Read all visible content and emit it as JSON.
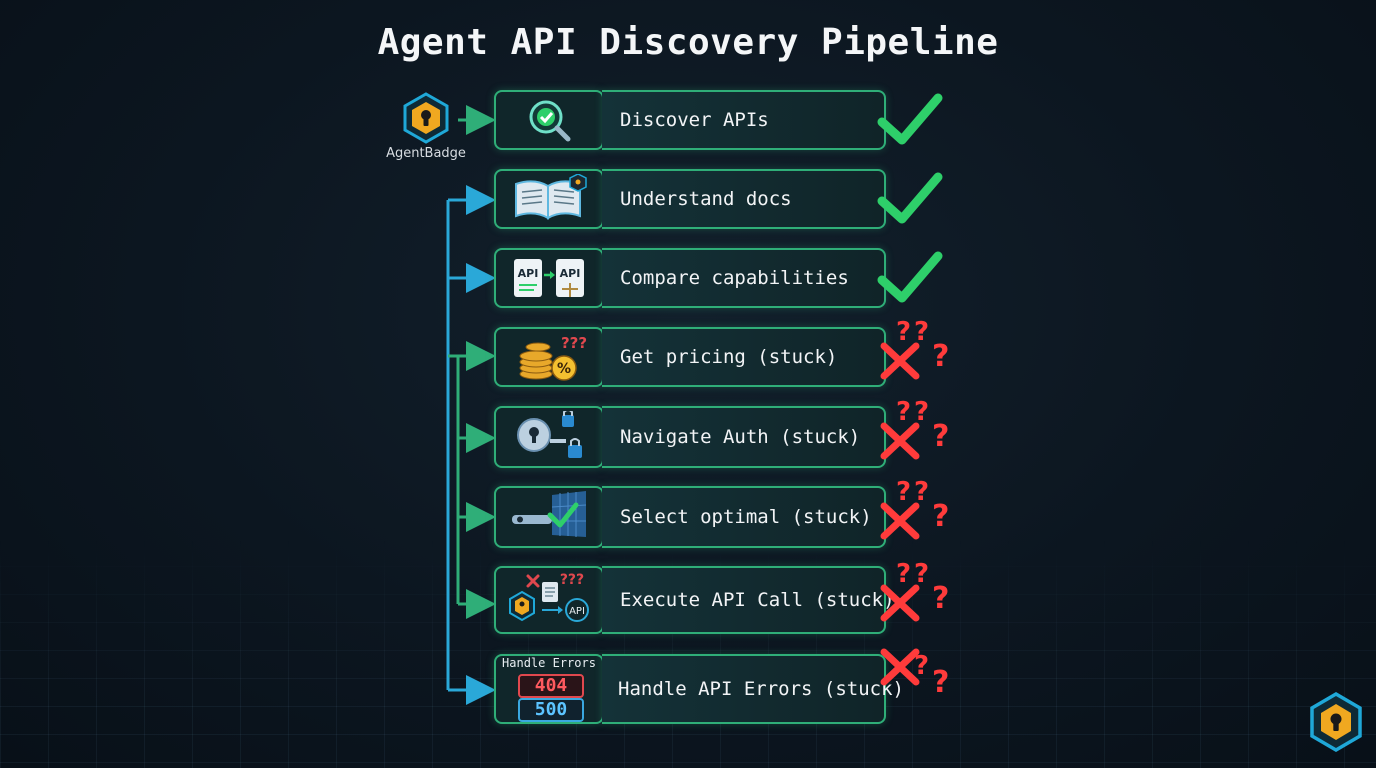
{
  "title": "Agent API Discovery Pipeline",
  "brand": {
    "name": "AgentBadge",
    "icon": "hex-keyhole-badge-icon"
  },
  "colors": {
    "success": "#2ecf6a",
    "failure": "#ff3b3b",
    "connector_green": "#2fae78",
    "connector_cyan": "#2aa8d8",
    "badge_blue": "#1fa8d8",
    "badge_gold": "#f0a820"
  },
  "steps": [
    {
      "label": "Discover APIs",
      "status": "success",
      "icon": "magnifier-check-icon"
    },
    {
      "label": "Understand docs",
      "status": "success",
      "icon": "open-book-icon"
    },
    {
      "label": "Compare capabilities",
      "status": "success",
      "icon": "api-compare-scale-icon"
    },
    {
      "label": "Get pricing (stuck)",
      "status": "stuck",
      "icon": "coins-percent-icon"
    },
    {
      "label": "Navigate Auth (stuck)",
      "status": "stuck",
      "icon": "key-lock-icon"
    },
    {
      "label": "Select optimal (stuck)",
      "status": "stuck",
      "icon": "key-check-icon"
    },
    {
      "label": "Execute API Call (stuck)",
      "status": "stuck",
      "icon": "execute-api-icon"
    },
    {
      "label": "Handle API Errors (stuck)",
      "status": "stuck",
      "icon": "error-codes-icon"
    }
  ],
  "error_panel": {
    "title": "Handle Errors",
    "codes": [
      "404",
      "500"
    ]
  },
  "icon_text": {
    "api_left": "API",
    "api_right": "API",
    "api_circle": "API",
    "percent": "%",
    "question_marks": "???"
  }
}
